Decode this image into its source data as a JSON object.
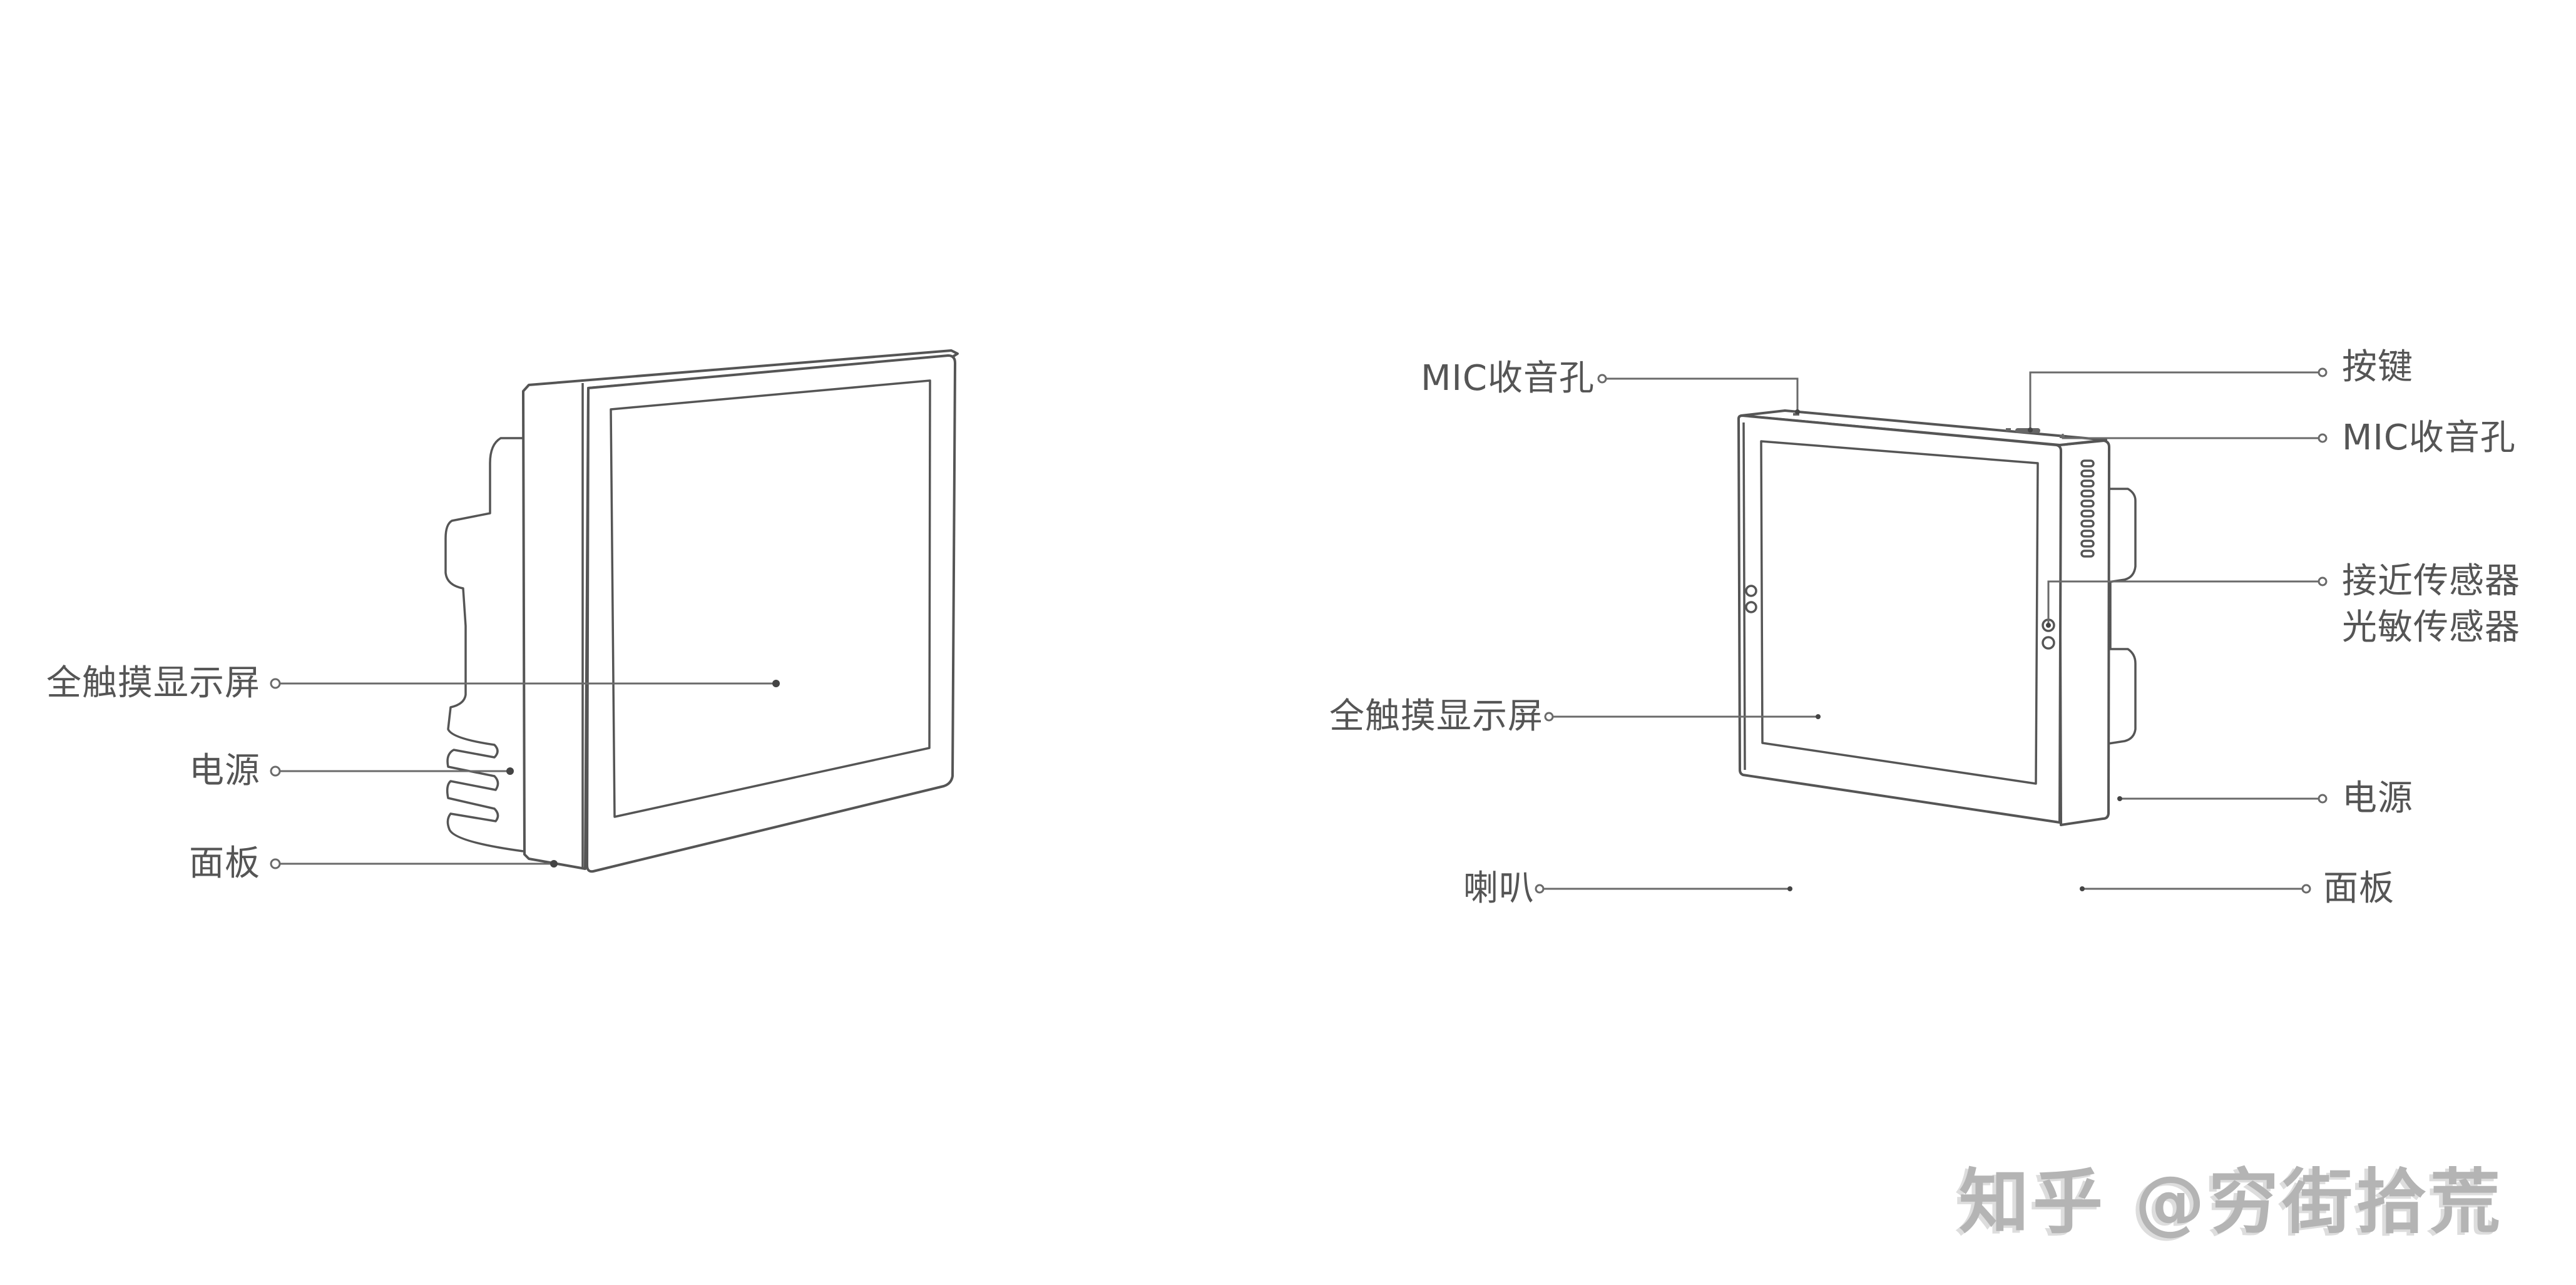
{
  "diagram": {
    "left_view": {
      "labels": [
        {
          "id": "screen",
          "text": "全触摸显示屏"
        },
        {
          "id": "power",
          "text": "电源"
        },
        {
          "id": "panel",
          "text": "面板"
        }
      ]
    },
    "right_view": {
      "labels_left": [
        {
          "id": "mic_left",
          "text": "MIC收音孔"
        },
        {
          "id": "screen",
          "text": "全触摸显示屏"
        },
        {
          "id": "speaker",
          "text": "喇叭"
        }
      ],
      "labels_right": [
        {
          "id": "key",
          "text": "按键"
        },
        {
          "id": "mic_right",
          "text": "MIC收音孔"
        },
        {
          "id": "proximity_sensor",
          "text": "接近传感器"
        },
        {
          "id": "light_sensor",
          "text": "光敏传感器"
        },
        {
          "id": "power",
          "text": "电源"
        },
        {
          "id": "panel",
          "text": "面板"
        }
      ]
    }
  },
  "watermark": {
    "text": "知乎 @穷街拾荒"
  },
  "colors": {
    "line": "#6a6a6a",
    "label": "#555555",
    "watermark": "#b4b4b4"
  }
}
